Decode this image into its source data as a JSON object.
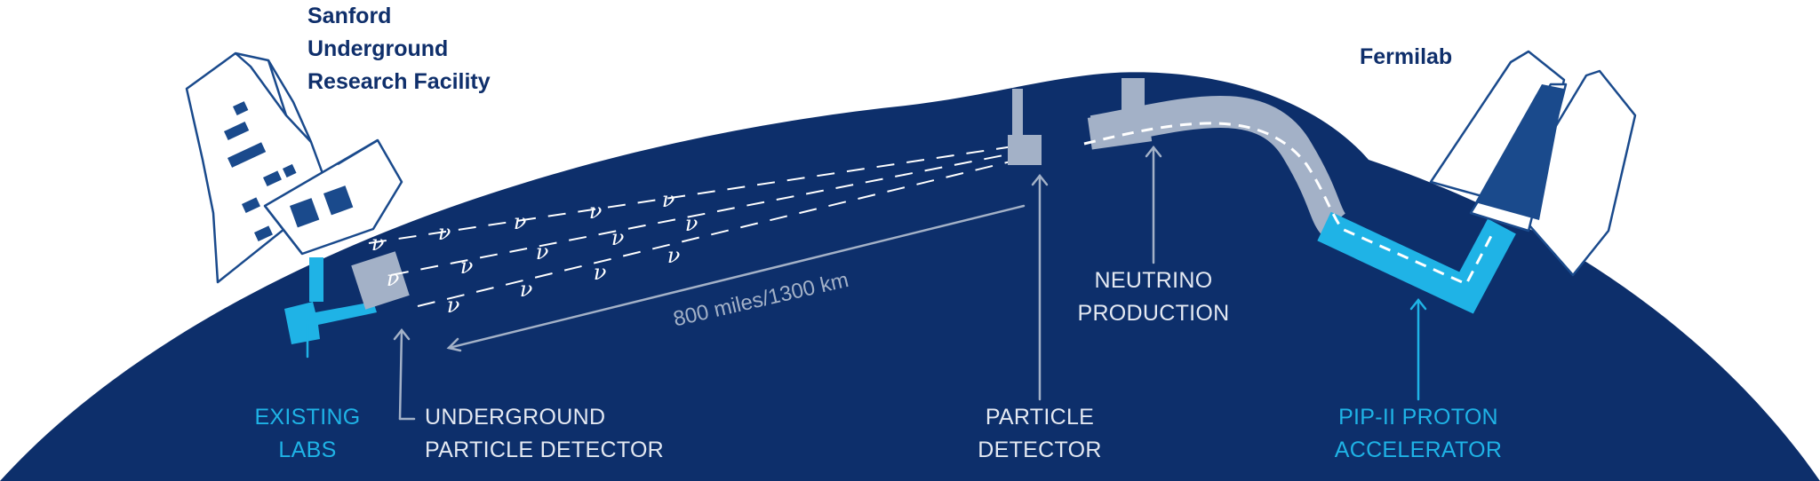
{
  "sites": {
    "sanford": [
      "Sanford",
      "Underground",
      "Research Facility"
    ],
    "fermilab": "Fermilab"
  },
  "callouts": {
    "existing_labs": [
      "EXISTING",
      "LABS"
    ],
    "underground_detector": [
      "UNDERGROUND",
      "PARTICLE DETECTOR"
    ],
    "particle_detector": [
      "PARTICLE",
      "DETECTOR"
    ],
    "neutrino_production": [
      "NEUTRINO",
      "PRODUCTION"
    ],
    "pip_ii": [
      "PIP-II PROTON",
      "ACCELERATOR"
    ]
  },
  "distance_label": "800 miles/1300 km",
  "neutrino_symbol": "ν",
  "colors": {
    "earth": "#0d2f6b",
    "earth_outline": "#0f2f6b",
    "beam_pipe": "#a3b1c7",
    "accelerator": "#1fb3e6",
    "building_fill": "#ffffff",
    "building_stroke": "#1a4a8c",
    "window": "#1a4a8c",
    "arrow_light": "#a3b1c7",
    "arrow_cyan": "#1fb3e6"
  }
}
